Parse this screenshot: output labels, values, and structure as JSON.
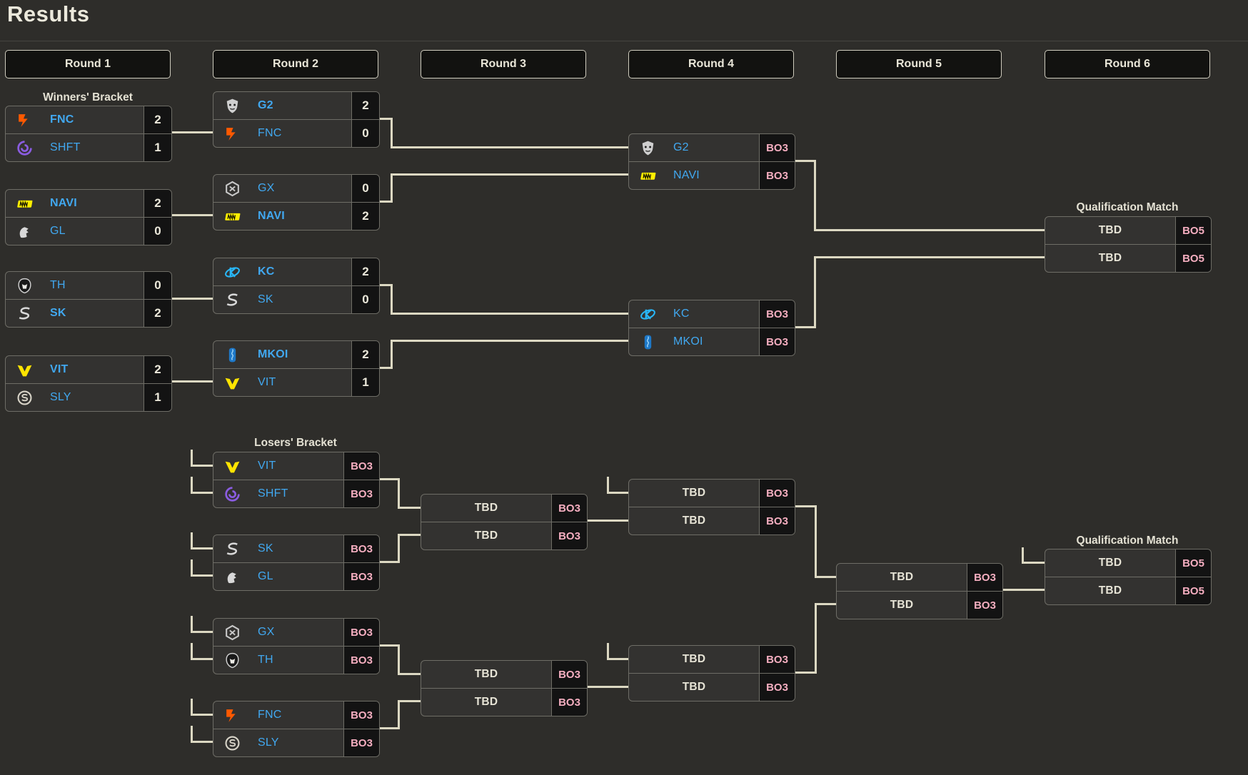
{
  "title": "Results",
  "rounds": [
    "Round 1",
    "Round 2",
    "Round 3",
    "Round 4",
    "Round 5",
    "Round 6"
  ],
  "labels": {
    "winners_bracket": "Winners' Bracket",
    "losers_bracket": "Losers' Bracket",
    "qualification_match": "Qualification Match"
  },
  "colors": {
    "background": "#2e2d2a",
    "row_background": "#333230",
    "cell_background": "#131313",
    "team_name": "#41a8f0",
    "bo_badge": "#f5aec0",
    "score_text": "#ece9db",
    "connector": "#dcd8c2",
    "fnc": "#ff5900",
    "shft": "#8a5ce0",
    "navi": "#ffee00",
    "gl": "#d8d8d8",
    "th": "#cfcfcf",
    "sk": "#d8d8d8",
    "vit": "#ffe400",
    "sly": "#d8d4c8",
    "g2": "#cfcfcf",
    "gx": "#c8c8c8",
    "kc": "#29b6f6",
    "mkoi": "#1e78c8"
  },
  "matches": {
    "winners_round1": [
      {
        "top": {
          "team": "FNC",
          "icon": "fnc",
          "score": "2",
          "winner": true
        },
        "bottom": {
          "team": "SHFT",
          "icon": "shft",
          "score": "1",
          "winner": false
        }
      },
      {
        "top": {
          "team": "NAVI",
          "icon": "navi",
          "score": "2",
          "winner": true
        },
        "bottom": {
          "team": "GL",
          "icon": "gl",
          "score": "0",
          "winner": false
        }
      },
      {
        "top": {
          "team": "TH",
          "icon": "th",
          "score": "0",
          "winner": false
        },
        "bottom": {
          "team": "SK",
          "icon": "sk",
          "score": "2",
          "winner": true
        }
      },
      {
        "top": {
          "team": "VIT",
          "icon": "vit",
          "score": "2",
          "winner": true
        },
        "bottom": {
          "team": "SLY",
          "icon": "sly",
          "score": "1",
          "winner": false
        }
      }
    ],
    "winners_round2": [
      {
        "top": {
          "team": "G2",
          "icon": "g2",
          "score": "2",
          "winner": true
        },
        "bottom": {
          "team": "FNC",
          "icon": "fnc",
          "score": "0",
          "winner": false
        }
      },
      {
        "top": {
          "team": "GX",
          "icon": "gx",
          "score": "0",
          "winner": false
        },
        "bottom": {
          "team": "NAVI",
          "icon": "navi",
          "score": "2",
          "winner": true
        }
      },
      {
        "top": {
          "team": "KC",
          "icon": "kc",
          "score": "2",
          "winner": true
        },
        "bottom": {
          "team": "SK",
          "icon": "sk",
          "score": "0",
          "winner": false
        }
      },
      {
        "top": {
          "team": "MKOI",
          "icon": "mkoi",
          "score": "2",
          "winner": true
        },
        "bottom": {
          "team": "VIT",
          "icon": "vit",
          "score": "1",
          "winner": false
        }
      }
    ],
    "winners_round4": [
      {
        "top": {
          "team": "G2",
          "icon": "g2",
          "score": "BO3",
          "winner": false
        },
        "bottom": {
          "team": "NAVI",
          "icon": "navi",
          "score": "BO3",
          "winner": false
        }
      },
      {
        "top": {
          "team": "KC",
          "icon": "kc",
          "score": "BO3",
          "winner": false
        },
        "bottom": {
          "team": "MKOI",
          "icon": "mkoi",
          "score": "BO3",
          "winner": false
        }
      }
    ],
    "qualification_top": {
      "top": {
        "team": "TBD",
        "score": "BO5"
      },
      "bottom": {
        "team": "TBD",
        "score": "BO5"
      }
    },
    "losers_round2": [
      {
        "top": {
          "team": "VIT",
          "icon": "vit",
          "score": "BO3",
          "winner": false
        },
        "bottom": {
          "team": "SHFT",
          "icon": "shft",
          "score": "BO3",
          "winner": false
        }
      },
      {
        "top": {
          "team": "SK",
          "icon": "sk",
          "score": "BO3",
          "winner": false
        },
        "bottom": {
          "team": "GL",
          "icon": "gl",
          "score": "BO3",
          "winner": false
        }
      },
      {
        "top": {
          "team": "GX",
          "icon": "gx",
          "score": "BO3",
          "winner": false
        },
        "bottom": {
          "team": "TH",
          "icon": "th",
          "score": "BO3",
          "winner": false
        }
      },
      {
        "top": {
          "team": "FNC",
          "icon": "fnc",
          "score": "BO3",
          "winner": false
        },
        "bottom": {
          "team": "SLY",
          "icon": "sly",
          "score": "BO3",
          "winner": false
        }
      }
    ],
    "losers_round3": [
      {
        "top": {
          "team": "TBD",
          "score": "BO3"
        },
        "bottom": {
          "team": "TBD",
          "score": "BO3"
        }
      },
      {
        "top": {
          "team": "TBD",
          "score": "BO3"
        },
        "bottom": {
          "team": "TBD",
          "score": "BO3"
        }
      }
    ],
    "losers_round4": [
      {
        "top": {
          "team": "TBD",
          "score": "BO3"
        },
        "bottom": {
          "team": "TBD",
          "score": "BO3"
        }
      },
      {
        "top": {
          "team": "TBD",
          "score": "BO3"
        },
        "bottom": {
          "team": "TBD",
          "score": "BO3"
        }
      }
    ],
    "losers_round5": [
      {
        "top": {
          "team": "TBD",
          "score": "BO3"
        },
        "bottom": {
          "team": "TBD",
          "score": "BO3"
        }
      }
    ],
    "qualification_bottom": {
      "top": {
        "team": "TBD",
        "score": "BO5"
      },
      "bottom": {
        "team": "TBD",
        "score": "BO5"
      }
    }
  }
}
